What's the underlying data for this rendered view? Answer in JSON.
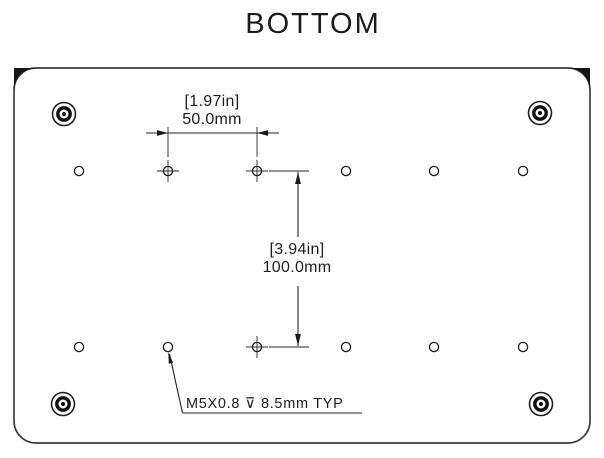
{
  "title": "BOTTOM",
  "dimensions": {
    "horizontal": {
      "imperial": "[1.97in]",
      "metric": "50.0mm"
    },
    "vertical": {
      "imperial": "[3.94in]",
      "metric": "100.0mm"
    }
  },
  "callout": {
    "text": "M5X0.8 ⊽ 8.5mm TYP"
  },
  "colors": {
    "line": "#262626",
    "edge": "#3d3d3d",
    "background": "#ffffff"
  }
}
